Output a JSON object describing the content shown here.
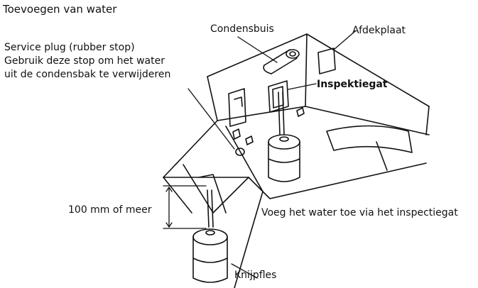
{
  "diagram": {
    "title": "Toevoegen van water",
    "service_plug_lines": [
      "Service plug (rubber stop)",
      "Gebruik deze stop om het water",
      "uit de condensbak te verwijderen"
    ],
    "labels": {
      "condensbuis": "Condensbuis",
      "afdekplaat": "Afdekplaat",
      "inspektiegat": "Inspektiegat",
      "distance": "100 mm of meer",
      "instruction": "Voeg het water toe via het inspectiegat",
      "knijpfles": "Knijpfles"
    }
  }
}
